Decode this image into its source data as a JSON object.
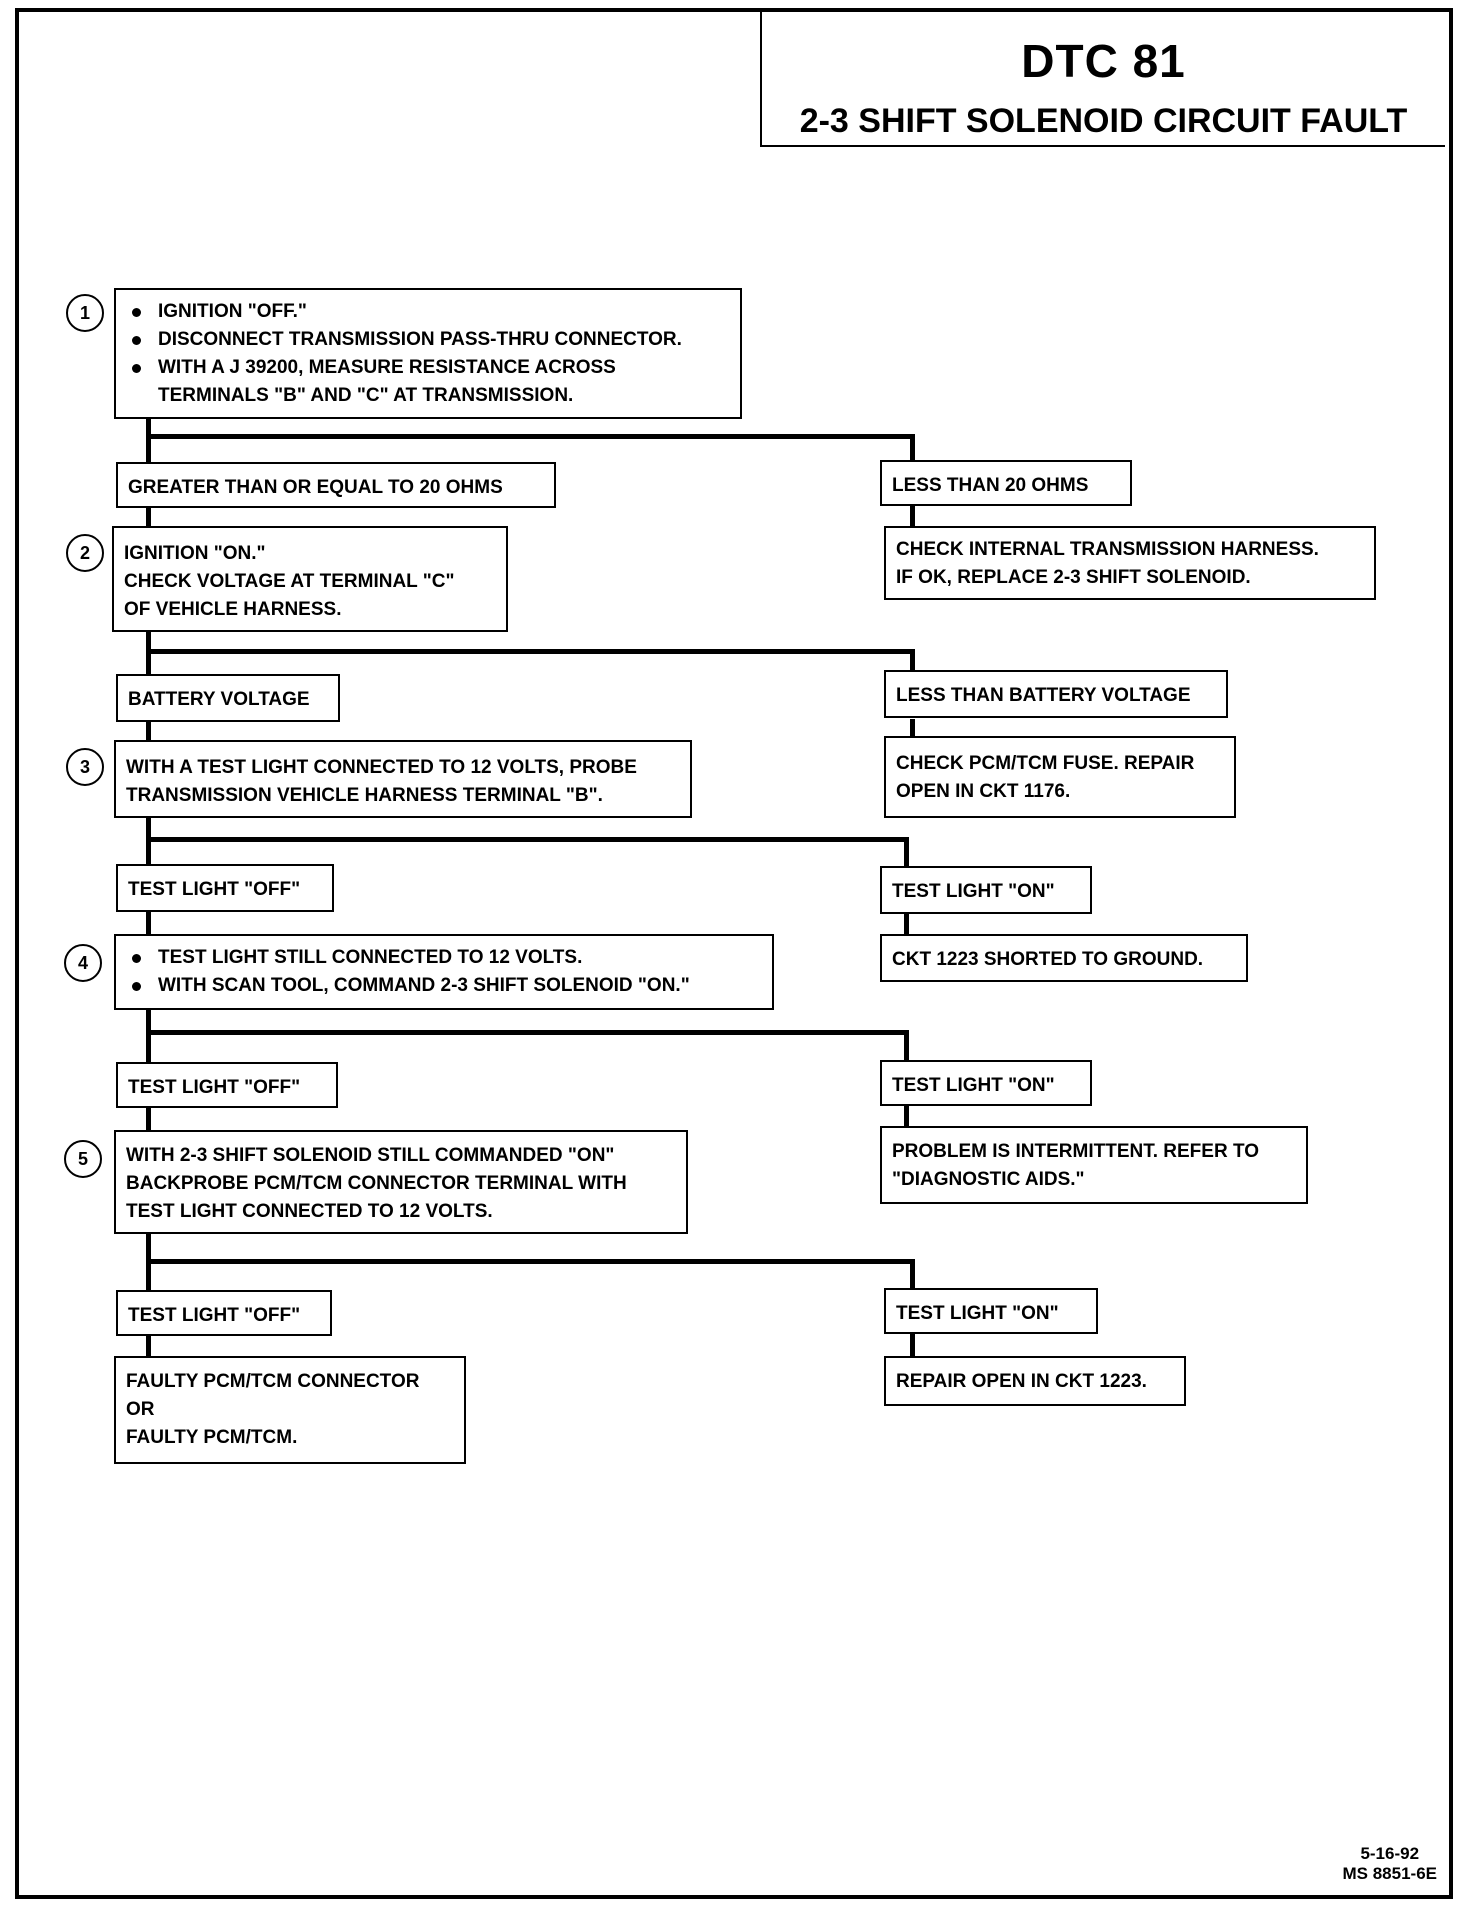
{
  "header": {
    "code": "DTC 81",
    "name": "2-3 SHIFT SOLENOID CIRCUIT FAULT"
  },
  "steps": [
    {
      "number": "1",
      "lines": [
        "IGNITION \"OFF.\"",
        "DISCONNECT TRANSMISSION PASS-THRU CONNECTOR.",
        "WITH A J 39200, MEASURE RESISTANCE ACROSS",
        "TERMINALS \"B\" AND \"C\" AT TRANSMISSION."
      ]
    },
    {
      "number": "2",
      "lines": [
        "IGNITION \"ON.\"",
        "CHECK VOLTAGE AT TERMINAL \"C\"",
        "OF VEHICLE HARNESS."
      ]
    },
    {
      "number": "3",
      "lines": [
        "WITH A TEST LIGHT CONNECTED TO 12 VOLTS, PROBE",
        "TRANSMISSION VEHICLE HARNESS TERMINAL \"B\"."
      ]
    },
    {
      "number": "4",
      "lines": [
        "TEST LIGHT STILL CONNECTED TO 12 VOLTS.",
        "WITH SCAN TOOL, COMMAND 2-3 SHIFT SOLENOID \"ON.\""
      ]
    },
    {
      "number": "5",
      "lines": [
        "WITH 2-3 SHIFT SOLENOID STILL COMMANDED \"ON\"",
        "BACKPROBE PCM/TCM CONNECTOR TERMINAL WITH",
        "TEST LIGHT CONNECTED TO 12 VOLTS."
      ]
    }
  ],
  "branches": {
    "b1_left": "GREATER THAN OR EQUAL TO 20 OHMS",
    "b1_right": "LESS THAN 20 OHMS",
    "b2_left": "BATTERY VOLTAGE",
    "b2_right": "LESS THAN BATTERY VOLTAGE",
    "b3_left": "TEST LIGHT \"OFF\"",
    "b3_right": "TEST LIGHT \"ON\"",
    "b4_left": "TEST LIGHT \"OFF\"",
    "b4_right": "TEST LIGHT \"ON\"",
    "b5_left": "TEST LIGHT \"OFF\"",
    "b5_right": "TEST LIGHT \"ON\""
  },
  "results": {
    "r1": [
      "CHECK INTERNAL TRANSMISSION HARNESS.",
      "IF OK, REPLACE 2-3 SHIFT SOLENOID."
    ],
    "r2": [
      "CHECK PCM/TCM FUSE.  REPAIR",
      "OPEN IN CKT 1176."
    ],
    "r3": [
      "CKT 1223 SHORTED TO GROUND."
    ],
    "r4": [
      "PROBLEM IS INTERMITTENT.  REFER TO",
      "\"DIAGNOSTIC AIDS.\""
    ],
    "r5_right": [
      "REPAIR OPEN IN CKT 1223."
    ],
    "r5_left": [
      "FAULTY PCM/TCM CONNECTOR",
      "OR",
      "FAULTY PCM/TCM."
    ]
  },
  "footer": {
    "date": "5-16-92",
    "doc_id": "MS 8851-6E"
  }
}
